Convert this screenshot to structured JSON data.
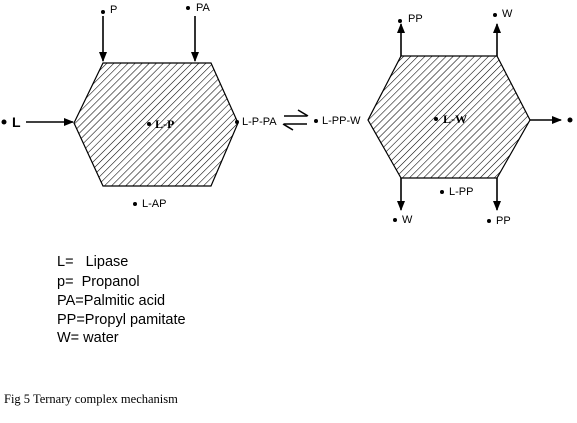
{
  "diagram": {
    "left_hexagon": {
      "center_label": "L-P",
      "inputs": {
        "top_left": "P",
        "top_right": "PA",
        "left": "L"
      },
      "right_label": "L-P-PA",
      "bottom_label": "L-AP"
    },
    "equilibrium_symbol": "⇄",
    "right_hexagon": {
      "left_label": "L-PP-W",
      "center_label": "L-W",
      "outputs": {
        "top_left": "PP",
        "top_right": "W",
        "bottom_left": "W",
        "bottom_right": "PP"
      },
      "bottom_label": "L-PP"
    }
  },
  "legend": [
    "L=   Lipase",
    "p=  Propanol",
    "PA=Palmitic acid",
    "PP=Propyl pamitate",
    "W= water"
  ],
  "caption": "Fig 5 Ternary complex mechanism"
}
